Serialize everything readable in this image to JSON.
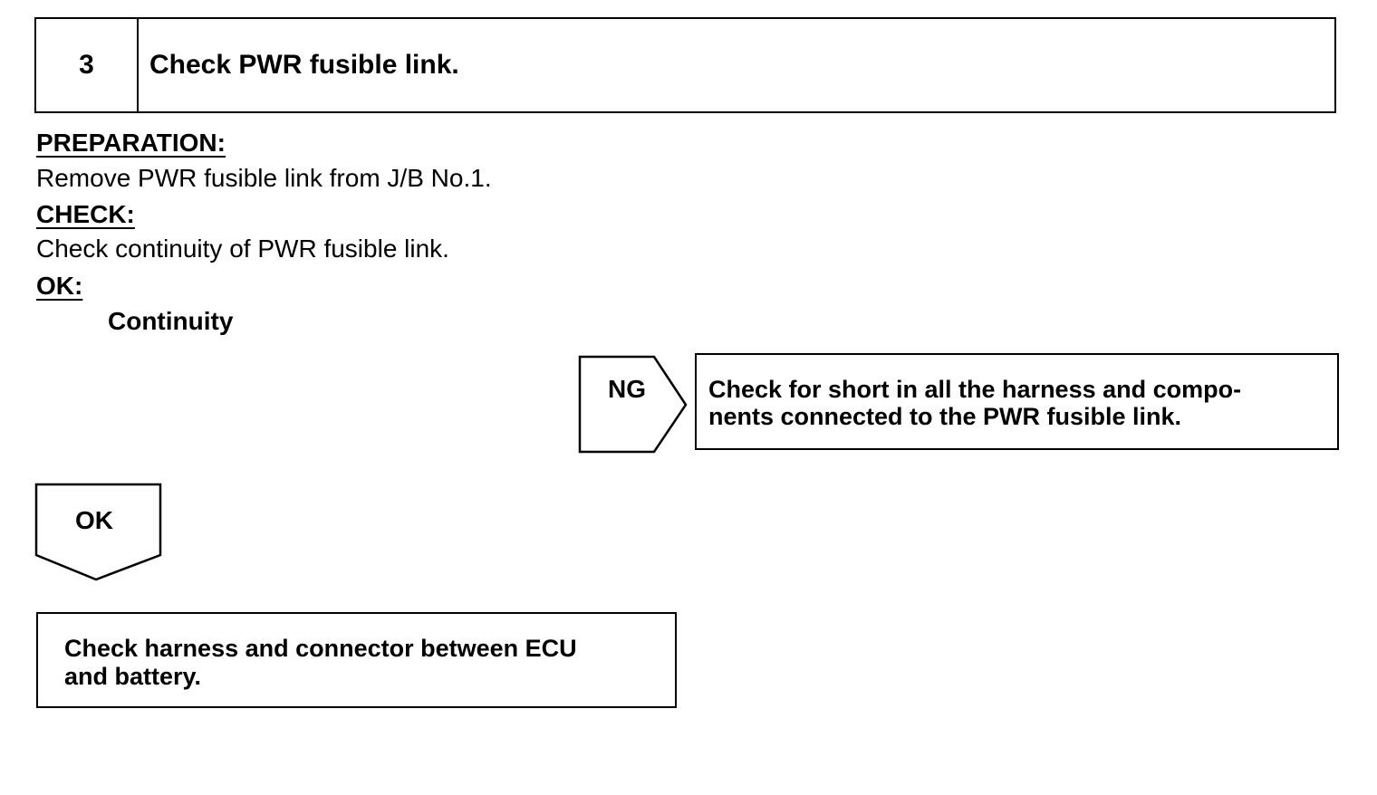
{
  "step": {
    "number": "3",
    "title": "Check PWR fusible link."
  },
  "preparation": {
    "heading": "PREPARATION:",
    "text": "Remove PWR fusible link from J/B No.1."
  },
  "check": {
    "heading": "CHECK:",
    "text": "Check continuity of PWR fusible link."
  },
  "ok_spec": {
    "heading": "OK:",
    "value": "Continuity"
  },
  "ng_branch": {
    "label": "NG",
    "action_line1": "Check for short in all the harness and compo-",
    "action_line2": "nents connected to the PWR fusible link."
  },
  "ok_branch": {
    "label": "OK",
    "next_line1": "Check harness and connector between ECU",
    "next_line2": "and battery."
  }
}
